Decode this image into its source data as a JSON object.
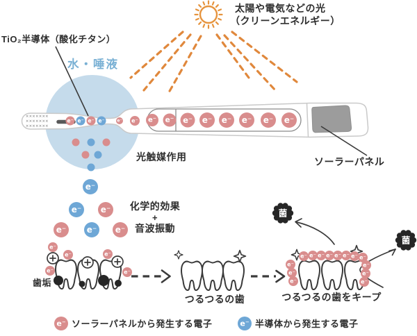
{
  "diagram": {
    "sun_label_line1": "太陽や電気などの光",
    "sun_label_line2": "（クリーンエネルギー）",
    "semiconductor_label": "TiO₂半導体（酸化チタン）",
    "water_saliva_label": "水・唾液",
    "photocatalysis_label": "光触媒作用",
    "solar_panel_label": "ソーラーパネル",
    "effect_line1": "化学的効果",
    "effect_line2": "+",
    "effect_line3": "音波振動",
    "plaque_label": "歯垢",
    "smooth_teeth_label": "つるつるの歯",
    "keep_smooth_teeth_label": "つるつるの歯をキープ",
    "bacteria_label": "菌",
    "electron_symbol": "e⁻",
    "bristle_pattern": "×××××××"
  },
  "legend": {
    "solar_electron_label": "ソーラーパネルから発生する電子",
    "semiconductor_electron_label": "半導体から発生する電子"
  },
  "colors": {
    "electron_pink": "#d98d8d",
    "electron_blue": "#6ea7d6",
    "water_bubble": "#c5dbeb",
    "water_text": "#79b0d4",
    "sun_orange": "#e6943e",
    "ray_orange": "#e0883c",
    "panel_gray": "#9c9c9c",
    "rod_gray": "#595959",
    "ink": "#2e2e2e"
  }
}
